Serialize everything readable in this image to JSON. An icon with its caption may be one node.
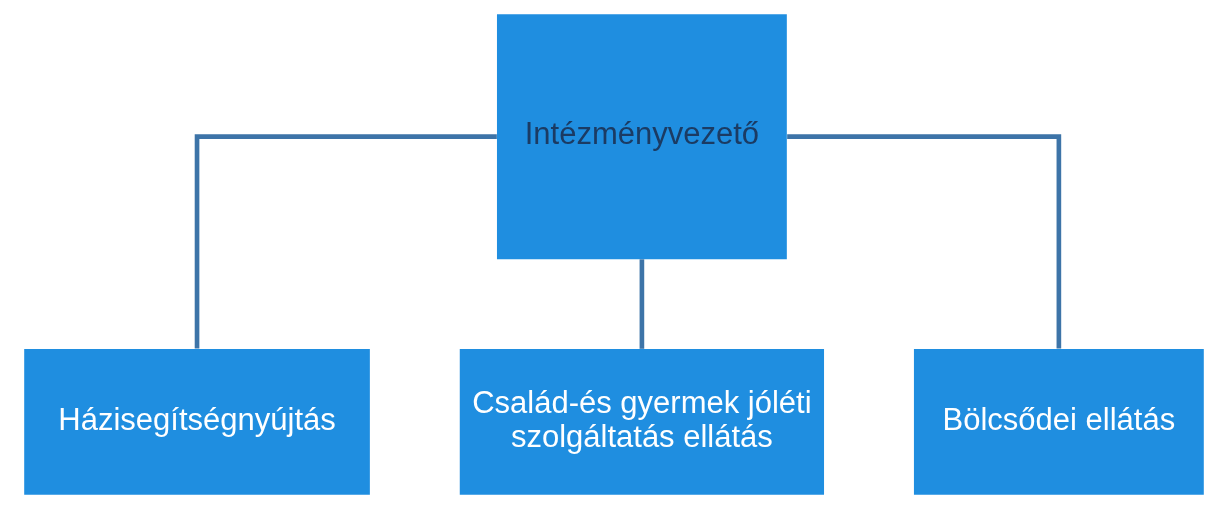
{
  "diagram": {
    "nodes": [
      {
        "text": [
          "Intézményvezető"
        ]
      },
      {
        "text": [
          "Házisegítségnyújtás"
        ]
      },
      {
        "text": [
          "Család-és gyermek jóléti szolgáltatás ellátás"
        ]
      },
      {
        "text": [
          "Bölcsődei ellátás"
        ]
      }
    ],
    "edges": [
      {
        "from": 0,
        "to": 1,
        "arrow": "none"
      },
      {
        "from": 0,
        "to": 2,
        "arrow": "none"
      },
      {
        "from": 0,
        "to": 3,
        "arrow": "none"
      }
    ]
  }
}
